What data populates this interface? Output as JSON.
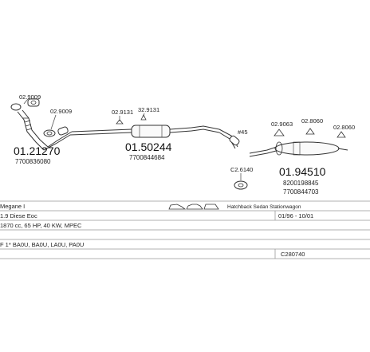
{
  "parts": {
    "front": {
      "number": "01.21270",
      "oem": "7700836080",
      "refs": {
        "a": "02.9009",
        "b": "02.9009"
      }
    },
    "middle": {
      "number": "01.50244",
      "oem": "7700844684",
      "refs": {
        "a": "02.9131",
        "b": "32.9131"
      }
    },
    "rear": {
      "number": "01.94510",
      "oem1": "8200198845",
      "oem2": "7700844703",
      "refs": {
        "a": "02.9063",
        "b": "02.8060",
        "c": "02.8060",
        "d": "C2.6140"
      }
    },
    "marker": "#45"
  },
  "table": {
    "rows": [
      {
        "left": "Megane I",
        "middle": "",
        "right": "Hatchback Sedan Stationwagon"
      },
      {
        "left": "1.9 Diese Eoc",
        "right": "01/96 - 10/01"
      },
      {
        "left": "1870 cc, 65 HP, 40 KW, MPEC"
      },
      {
        "left": "F 1* BA0U, BA0U, LA0U, PA0U"
      },
      {
        "right": "C280740"
      }
    ]
  }
}
